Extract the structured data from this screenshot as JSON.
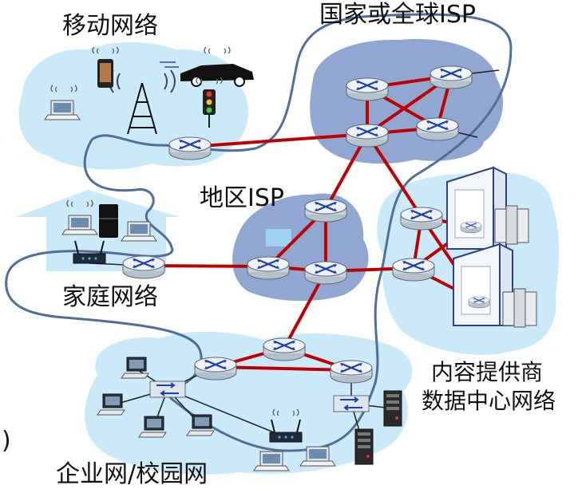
{
  "labels": {
    "mobile_network": "移动网络",
    "national_global_isp": "国家或全球ISP",
    "regional_isp": "地区ISP",
    "home_network": "家庭网络",
    "content_provider_line1": "内容提供商",
    "content_provider_line2": "数据中心网络",
    "enterprise_network": "企业网/校园网",
    "edge_fragment": ")"
  },
  "colors": {
    "edge_cloud": "#cbeaf9",
    "isp_blob": "#7d98c9",
    "link": "#c00000",
    "access_boundary": "#4e6f9b",
    "router_top": "#eef2f6",
    "router_body": "#c9d3dd",
    "router_arrows": "#1a3fb0"
  }
}
